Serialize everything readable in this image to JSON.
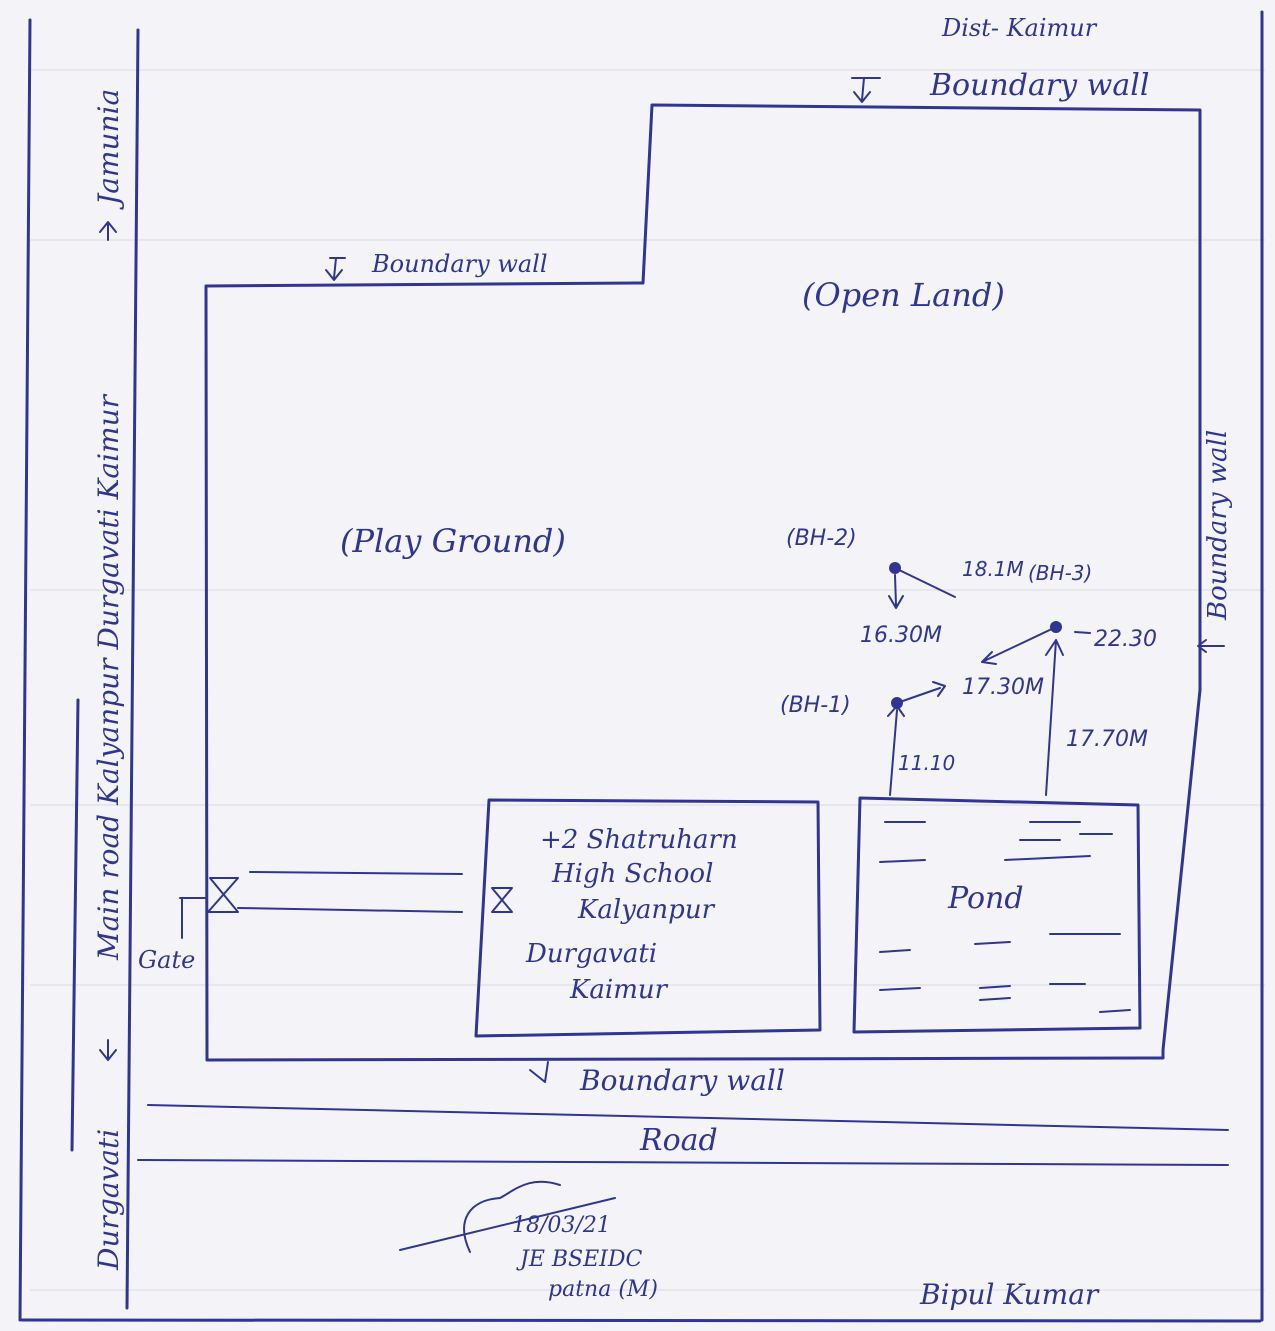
{
  "header": {
    "location_line": "Dist- Kaimur"
  },
  "roads": {
    "left_road_start": "Durgavati",
    "left_road_name": "Main road Kalyanpur Durgavati Kaimur",
    "left_road_end": "Jamunia",
    "bottom_road": "Road"
  },
  "boundary": {
    "top_step_label": "Boundary wall",
    "top_label": "Boundary wall",
    "right_label": "Boundary wall",
    "bottom_label": "Boundary wall"
  },
  "areas": {
    "play_ground": "(Play Ground)",
    "open_land": "(Open Land)",
    "pond": "Pond",
    "gate": "Gate"
  },
  "school": {
    "line1": "+2 Shatruharn",
    "line2": "High School",
    "line3": "Kalyanpur",
    "line4": "Durgavati",
    "line5": "Kaimur"
  },
  "boreholes": {
    "bh1": "(BH-1)",
    "bh2": "(BH-2)",
    "bh3": "(BH-3)"
  },
  "distances": {
    "bh2_bh1": "16.30M",
    "bh2_bh3": "18.1M",
    "bh1_bh3": "17.30M",
    "bh3_wall": "22.30",
    "bh1_pond": "11.10",
    "bh3_pond": "17.70M"
  },
  "signature": {
    "date": "18/03/21",
    "designation": "JE BSEIDC",
    "office": "patna (M)",
    "name": "Bipul Kumar"
  },
  "colors": {
    "ink": "#2f3590",
    "paper": "#f4f4f8"
  }
}
